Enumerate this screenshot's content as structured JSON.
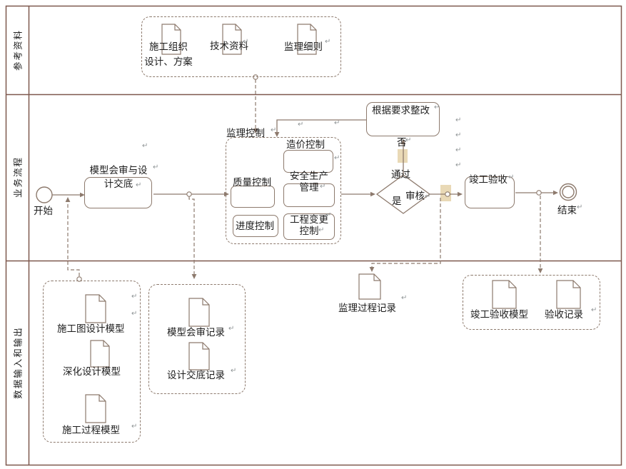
{
  "lanes": {
    "reference": "参考资料",
    "process": "业务流程",
    "data_io": "数据输入和输出"
  },
  "reference_docs": {
    "construction_org": "施工组织\n设计、方案",
    "technical": "技术资料",
    "supervision_rules": "监理细则"
  },
  "flow": {
    "start": "开始",
    "model_review": "模型会审与设\n计交底",
    "supervision_group": "监理控制",
    "quality": "质量控制",
    "cost": "造价控制",
    "safety": "安全生产\n管理",
    "schedule": "进度控制",
    "change": "工程变更\n控制",
    "rectify": "根据要求整改",
    "review": "审核",
    "pass": "通过",
    "no": "否",
    "yes": "是",
    "acceptance": "竣工验收",
    "end": "结束"
  },
  "outputs": {
    "input_models": [
      "施工图设计模型",
      "深化设计模型",
      "施工过程模型"
    ],
    "review_records": [
      "模型会审记录",
      "设计交底记录"
    ],
    "supervision_record": "监理过程记录",
    "acceptance_docs": [
      "竣工验收模型",
      "验收记录"
    ]
  },
  "glyphs": {
    "pilcrow": "↵"
  },
  "colors": {
    "line": "#8d7a6d",
    "lane_border": "#7e584e",
    "highlight": "#e9d9b6"
  }
}
